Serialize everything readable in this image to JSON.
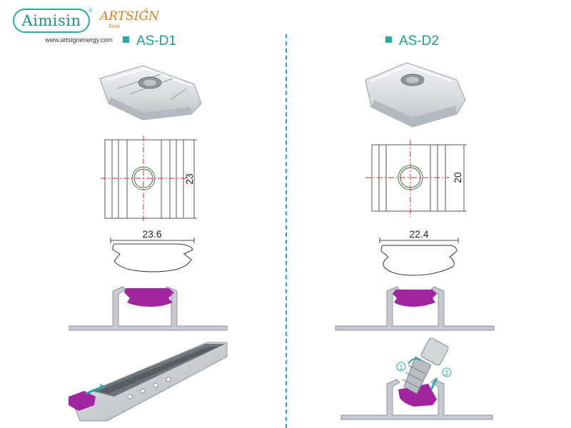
{
  "brand": {
    "logo_text": "Aimisin",
    "logo_reg": "®",
    "partner_logo": "ARTSIGN",
    "partner_reg": "®",
    "partner_sub": "Solar",
    "website": "www.artsignenergy.com"
  },
  "products": [
    {
      "label": "AS-D1",
      "height_dim": "23",
      "width_dim": "23.6"
    },
    {
      "label": "AS-D2",
      "height_dim": "20",
      "width_dim": "22.4"
    }
  ],
  "steps": [
    "1",
    "2"
  ],
  "colors": {
    "accent": "#2aa9a4",
    "part": "#a2249f",
    "dim": "#d22a2a",
    "metal": "#c9cdd2"
  }
}
